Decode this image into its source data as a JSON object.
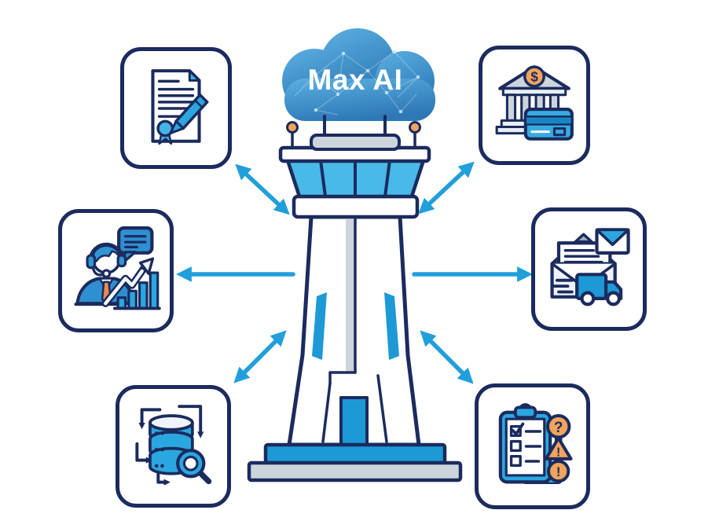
{
  "hub": {
    "label": "Max AI",
    "shape": "air-traffic-control-tower",
    "cloud": "network-cloud"
  },
  "nodes": {
    "contract": {
      "name": "contract-document",
      "position": "top-left",
      "icon": "document-pen-icon",
      "arrow": "bidirectional"
    },
    "bank": {
      "name": "banking-payments",
      "position": "top-right",
      "icon": "bank-credit-card-icon",
      "arrow": "bidirectional",
      "symbol": "$"
    },
    "support": {
      "name": "customer-support-analytics",
      "position": "middle-left",
      "icon": "support-agent-chart-icon",
      "arrow": "outward"
    },
    "mail": {
      "name": "mail-delivery",
      "position": "middle-right",
      "icon": "envelope-truck-icon",
      "arrow": "outward"
    },
    "database": {
      "name": "database-search",
      "position": "bottom-left",
      "icon": "database-magnifier-icon",
      "arrow": "bidirectional"
    },
    "checklist": {
      "name": "checklist-alerts",
      "position": "bottom-right",
      "icon": "clipboard-warning-icon",
      "arrow": "bidirectional",
      "symbols": [
        "?",
        "!",
        "!"
      ]
    }
  },
  "arrows": [
    {
      "name": "arrow-contract",
      "between": [
        "hub",
        "contract"
      ],
      "style": "bidirectional"
    },
    {
      "name": "arrow-bank",
      "between": [
        "hub",
        "bank"
      ],
      "style": "bidirectional"
    },
    {
      "name": "arrow-support",
      "between": [
        "hub",
        "support"
      ],
      "style": "outward"
    },
    {
      "name": "arrow-mail",
      "between": [
        "hub",
        "mail"
      ],
      "style": "outward"
    },
    {
      "name": "arrow-database",
      "between": [
        "hub",
        "database"
      ],
      "style": "bidirectional"
    },
    {
      "name": "arrow-checklist",
      "between": [
        "hub",
        "checklist"
      ],
      "style": "bidirectional"
    }
  ],
  "colors": {
    "navy_outline": "#1b2b5e",
    "arrow_blue": "#219fdb",
    "bright_blue": "#2aa7e0",
    "mid_blue": "#2f8fd0",
    "window_blue": "#49b9e7",
    "platform_blue": "#1d9ad6",
    "cloud_blue_top": "#5bb0e2",
    "cloud_blue_bottom": "#2e78b6",
    "gray": "#ccd5dc",
    "gray_light": "#e9eef2",
    "orange": "#f2a45c",
    "tie_orange": "#f08a4b",
    "background": "#ffffff",
    "label_text": "#ffffff"
  }
}
